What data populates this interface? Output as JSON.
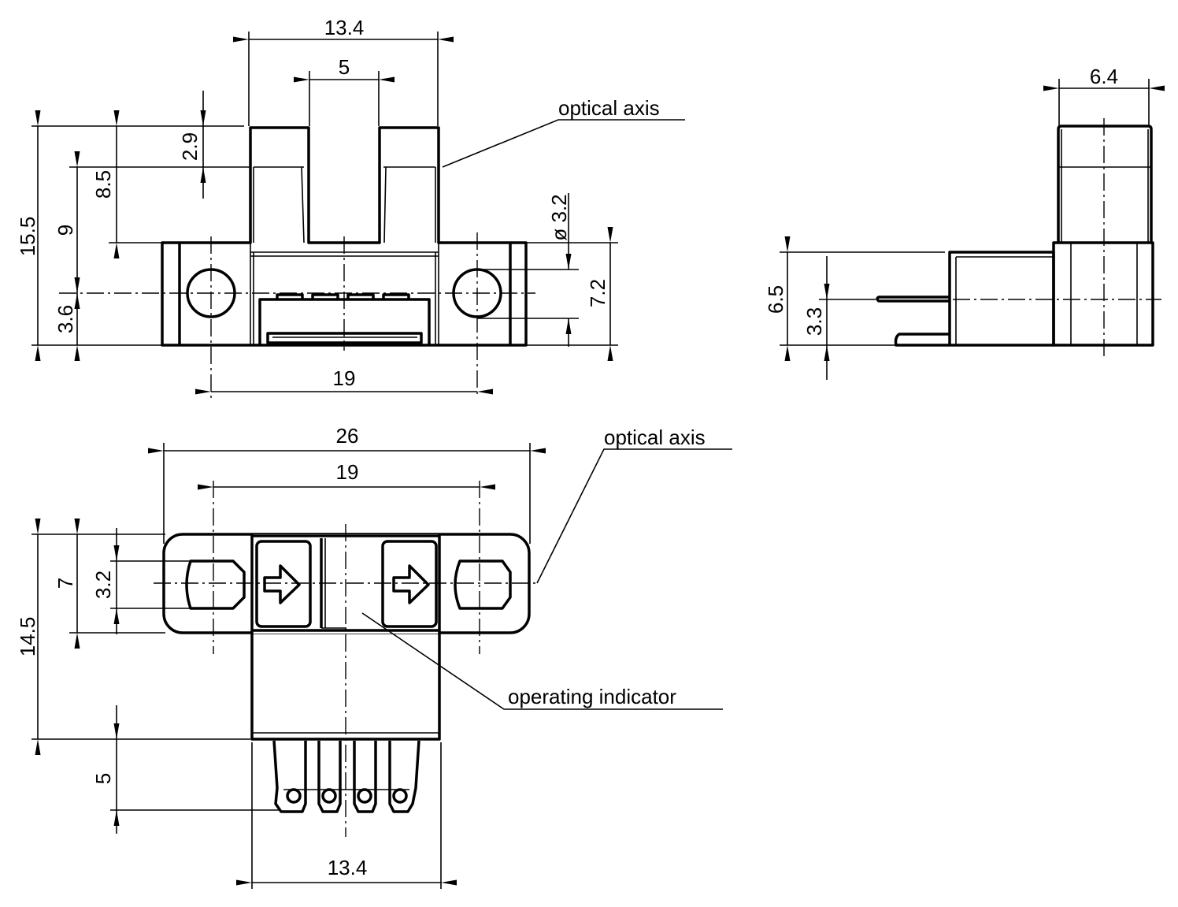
{
  "front_view": {
    "dims": {
      "width_top": "13.4",
      "slot": "5",
      "height_total": "15.5",
      "prong_height": "8.5",
      "lens_height": "2.9",
      "axis_height": "9",
      "axis_offset": "3.6",
      "hole_dia": "ø 3.2",
      "base_height": "7.2",
      "hole_pitch": "19"
    },
    "label_optical_axis": "optical axis"
  },
  "side_view": {
    "dims": {
      "depth": "6.4",
      "body_height": "6.5",
      "pin_height": "3.3"
    }
  },
  "bottom_view": {
    "dims": {
      "overall_width": "26",
      "hole_pitch": "19",
      "depth": "14.5",
      "flange_depth": "7",
      "slot_width": "3.2",
      "pin_length": "5",
      "body_width": "13.4"
    },
    "label_optical_axis": "optical axis",
    "label_indicator": "operating indicator"
  }
}
